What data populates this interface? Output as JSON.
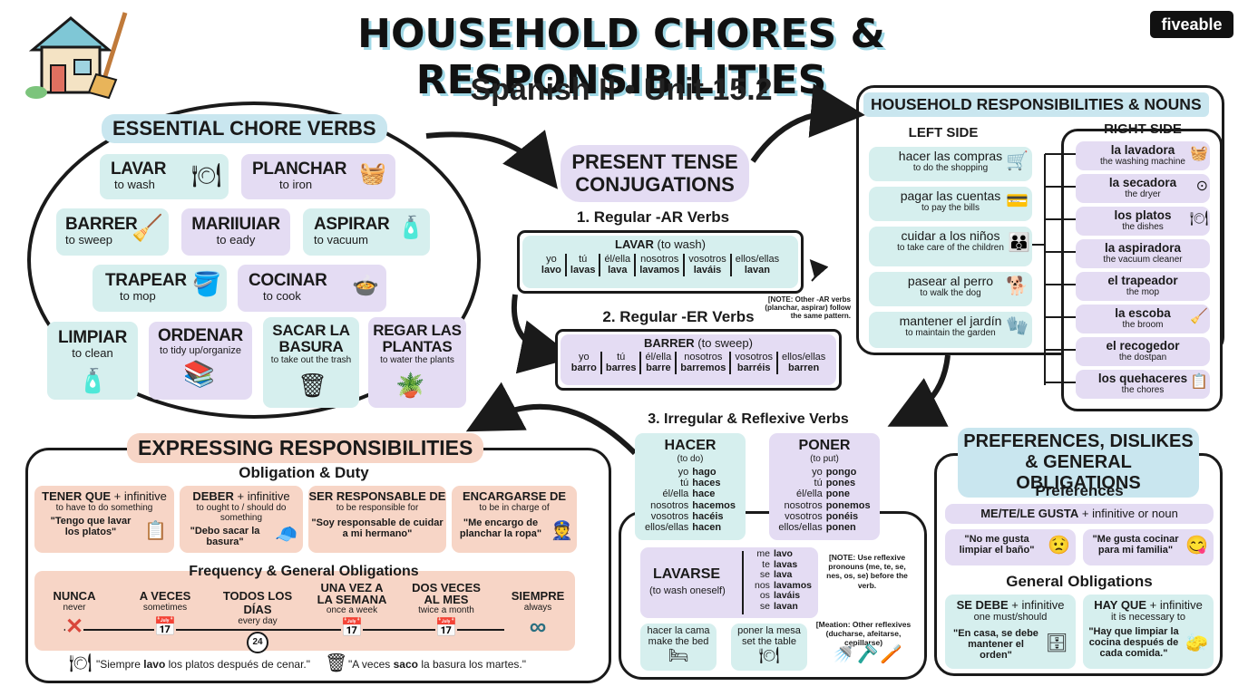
{
  "header": {
    "title": "HOUSEHOLD CHORES & RESPONSIBILITIES",
    "subtitle": "Spanish II • Unit 15.2",
    "brand": "fiveable",
    "logo_icon": "house-broom-icon"
  },
  "chore_verbs": {
    "title": "ESSENTIAL CHORE VERBS",
    "items": [
      {
        "verb": "LAVAR",
        "meaning": "to wash",
        "icon": "dishes-icon"
      },
      {
        "verb": "PLANCHAR",
        "meaning": "to iron",
        "icon": "iron-icon"
      },
      {
        "verb": "BARRER",
        "meaning": "to sweep",
        "icon": "broom-icon"
      },
      {
        "verb": "MARIIUIAR",
        "meaning": "to eady"
      },
      {
        "verb": "ASPIRAR",
        "meaning": "to vacuum",
        "icon": "vacuum-icon"
      },
      {
        "verb": "TRAPEAR",
        "meaning": "to mop",
        "icon": "mop-icon"
      },
      {
        "verb": "COCINAR",
        "meaning": "to cook",
        "icon": "pot-icon"
      },
      {
        "verb": "LIMPIAR",
        "meaning": "to clean",
        "icon": "spray-icon"
      },
      {
        "verb": "ORDENAR",
        "meaning": "to tidy up/organize",
        "icon": "shelf-icon"
      },
      {
        "verb": "SACAR LA BASURA",
        "meaning": "to take out the trash",
        "icon": "trash-icon"
      },
      {
        "verb": "REGAR LAS PLANTAS",
        "meaning": "to water the plants",
        "icon": "watering-can-icon"
      }
    ]
  },
  "conjugations": {
    "title": "PRESENT TENSE CONJUGATIONS",
    "ar": {
      "heading": "1. Regular -AR Verbs",
      "verb": "LAVAR",
      "gloss": "(to wash)",
      "pronouns": [
        "yo",
        "tú",
        "él/ella",
        "nosotros",
        "vosotros",
        "ellos/ellas"
      ],
      "forms": [
        "lavo",
        "lavas",
        "lava",
        "lavamos",
        "laváis",
        "lavan"
      ],
      "note": "[NOTE: Other -AR verbs (planchar, aspirar) follow the same pattern."
    },
    "er": {
      "heading": "2. Regular -ER Verbs",
      "verb": "BARRER",
      "gloss": "(to sweep)",
      "pronouns": [
        "yo",
        "tú",
        "él/ella",
        "nosotros",
        "vosotros",
        "ellos/ellas"
      ],
      "forms": [
        "barro",
        "barres",
        "barre",
        "barremos",
        "barréis",
        "barren"
      ]
    },
    "irregular": {
      "heading": "3. Irregular & Reflexive Verbs",
      "hacer": {
        "verb": "HACER",
        "gloss": "(to do)",
        "pronouns": [
          "yo",
          "tú",
          "él/ella",
          "nosotros",
          "vosotros",
          "ellos/ellas"
        ],
        "forms": [
          "hago",
          "haces",
          "hace",
          "hacemos",
          "hacéis",
          "hacen"
        ]
      },
      "poner": {
        "verb": "PONER",
        "gloss": "(to put)",
        "pronouns": [
          "yo",
          "tú",
          "él/ella",
          "nosotros",
          "vosotros",
          "ellos/ellas"
        ],
        "forms": [
          "pongo",
          "pones",
          "pone",
          "ponemos",
          "ponéis",
          "ponen"
        ]
      },
      "lavarse": {
        "verb": "LAVARSE",
        "gloss": "(to wash oneself)",
        "pronouns": [
          "me",
          "te",
          "se",
          "nos",
          "os",
          "se"
        ],
        "forms": [
          "lavo",
          "lavas",
          "lava",
          "lavamos",
          "laváis",
          "lavan"
        ],
        "note": "[NOTE: Use reflexive pronouns (me, te, se, nes, os, se) before the verb."
      },
      "phrases": [
        {
          "es": "hacer la cama",
          "en": "make the bed",
          "icon": "bed-icon"
        },
        {
          "es": "poner la mesa",
          "en": "set the table",
          "icon": "table-icon"
        }
      ],
      "mention": "[Meation: Other reflexives (ducharse, afeitarse, cepillarse)"
    }
  },
  "responsibilities": {
    "title": "HOUSEHOLD RESPONSIBILITIES & NOUNS",
    "left_header": "LEFT SIDE",
    "right_header": "RIGHT SIDE",
    "left": [
      {
        "es": "hacer las compras",
        "en": "to do the shopping",
        "icon": "cart-icon"
      },
      {
        "es": "pagar las cuentas",
        "en": "to pay the bills",
        "icon": "bills-icon"
      },
      {
        "es": "cuidar a los niños",
        "en": "to take care of the children",
        "icon": "family-icon"
      },
      {
        "es": "pasear al perro",
        "en": "to walk the dog",
        "icon": "dog-icon"
      },
      {
        "es": "mantener el jardín",
        "en": "to maintain the garden",
        "icon": "gloves-icon"
      }
    ],
    "right": [
      {
        "es": "la lavadora",
        "en": "the washing machine",
        "icon": "washer-icon"
      },
      {
        "es": "la secadora",
        "en": "the dryer",
        "icon": "dryer-icon"
      },
      {
        "es": "los platos",
        "en": "the dishes",
        "icon": "plates-icon"
      },
      {
        "es": "la aspiradora",
        "en": "the vacuum cleaner",
        "icon": "vacuum-icon"
      },
      {
        "es": "el trapeador",
        "en": "the mop",
        "icon": "mop-icon"
      },
      {
        "es": "la escoba",
        "en": "the broom",
        "icon": "broom-icon"
      },
      {
        "es": "el recogedor",
        "en": "the dostpan",
        "icon": "dustpan-icon"
      },
      {
        "es": "los quehaceres",
        "en": "the chores",
        "icon": "checklist-icon"
      }
    ]
  },
  "expressing": {
    "title": "EXPRESSING RESPONSIBILITIES",
    "obligation_title": "Obligation & Duty",
    "cards": [
      {
        "verb": "TENER QUE",
        "plus": "+ infinitive",
        "meaning": "to have to do something",
        "example": "\"Tengo que lavar los platos\"",
        "icon": "clipboard-icon"
      },
      {
        "verb": "DEBER",
        "plus": "+ infinitive",
        "meaning": "to ought to / should do something",
        "example": "\"Debo sacar la basura\"",
        "icon": "police-cap-icon"
      },
      {
        "verb": "SER RESPONSABLE DE",
        "plus": "",
        "meaning": "to be responsible for",
        "example": "\"Soy responsable de cuidar a mi hermano\"",
        "icon": ""
      },
      {
        "verb": "ENCARGARSE DE",
        "plus": "",
        "meaning": "to be in charge of",
        "example": "\"Me encargo de planchar la ropa\"",
        "icon": "officer-icon"
      }
    ],
    "frequency_title": "Frequency & General Obligations",
    "frequency": [
      {
        "es": "NUNCA",
        "en": "never",
        "icon": "x-mark-icon"
      },
      {
        "es": "A VECES",
        "en": "sometimes",
        "icon": "calendar-icon"
      },
      {
        "es": "TODOS LOS DÍAS",
        "en": "every day",
        "icon": "clock-24-icon"
      },
      {
        "es": "UNA VEZ A LA SEMANA",
        "en": "once a week",
        "icon": "calendar-icon"
      },
      {
        "es": "DOS VECES AL MES",
        "en": "twice a month",
        "icon": "calendar-icon"
      },
      {
        "es": "SIEMPRE",
        "en": "always",
        "icon": "infinity-icon"
      }
    ],
    "example1": {
      "pre": "\"Siempre ",
      "bold": "lavo",
      "post": " los platos después de cenar.\""
    },
    "example2": {
      "pre": "\"A veces ",
      "bold": "saco",
      "post": " la basura los martes.\""
    }
  },
  "preferences": {
    "title": "PREFERENCES, DISLIKES & GENERAL OBLIGATIONS",
    "pref_title": "Preferences",
    "pref_rule_bold": "ME/TE/LE GUSTA",
    "pref_rule_rest": "+ infinitive or noun",
    "ex_dislike": "\"No me gusta limpiar el baño\"",
    "ex_like": "\"Me gusta cocinar para mi familia\"",
    "gen_title": "General Obligations",
    "se_debe": {
      "bold": "SE DEBE",
      "rest": "+ infinitive",
      "meaning": "one must/should",
      "example": "\"En casa, se debe mantener el orden\""
    },
    "hay_que": {
      "bold": "HAY QUE",
      "rest": "+ infinitive",
      "meaning": "it is necessary to",
      "example": "\"Hay que limpiar la cocina después de cada comida.\""
    }
  },
  "colors": {
    "teal": "#d6efee",
    "purple": "#e4dcf3",
    "peach": "#f7d5c6",
    "title_blue": "#c9e6ef",
    "outline": "#1a1a1a"
  }
}
